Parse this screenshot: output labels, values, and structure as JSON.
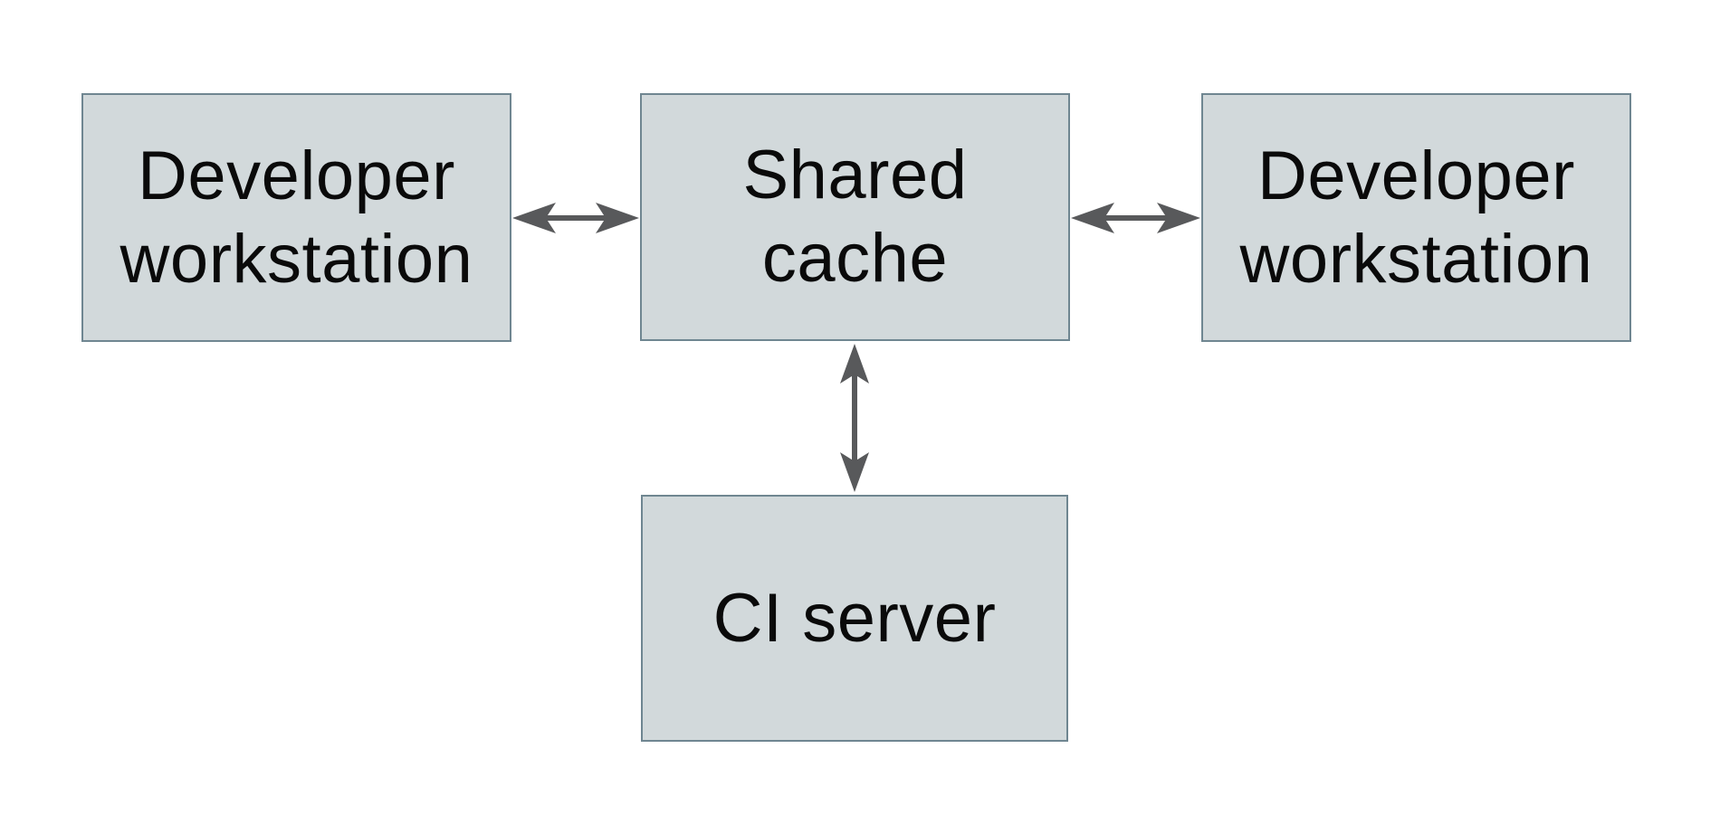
{
  "colors": {
    "background": "#ffffff",
    "box_fill": "#d2d9db",
    "box_border": "#6f8691",
    "arrow": "#58595b",
    "text": "#0a0a0a"
  },
  "nodes": {
    "dev_left": {
      "label": "Developer\nworkstation"
    },
    "shared_cache": {
      "label": "Shared\ncache"
    },
    "dev_right": {
      "label": "Developer\nworkstation"
    },
    "ci_server": {
      "label": "CI server"
    }
  },
  "edges": [
    {
      "from": "Developer workstation (left)",
      "to": "Shared cache",
      "direction": "bidirectional"
    },
    {
      "from": "Shared cache",
      "to": "Developer workstation (right)",
      "direction": "bidirectional"
    },
    {
      "from": "Shared cache",
      "to": "CI server",
      "direction": "bidirectional"
    }
  ]
}
